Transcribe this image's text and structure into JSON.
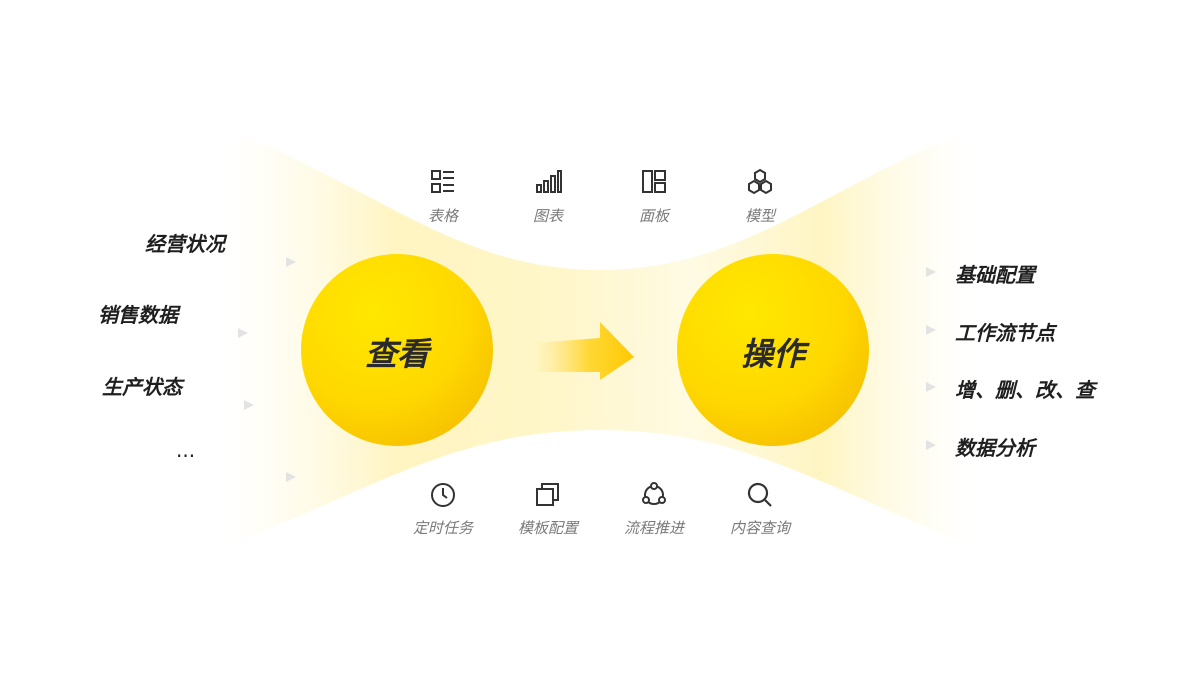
{
  "left_inputs": [
    "经营状况",
    "销售数据",
    "生产状态",
    "..."
  ],
  "center": {
    "view_label": "查看",
    "operate_label": "操作"
  },
  "view_features": [
    {
      "icon": "table-list-icon",
      "label": "表格"
    },
    {
      "icon": "bar-chart-icon",
      "label": "图表"
    },
    {
      "icon": "dashboard-panel-icon",
      "label": "面板"
    },
    {
      "icon": "model-hexagons-icon",
      "label": "模型"
    }
  ],
  "operate_features": [
    {
      "icon": "clock-icon",
      "label": "定时任务"
    },
    {
      "icon": "template-copy-icon",
      "label": "模板配置"
    },
    {
      "icon": "workflow-nodes-icon",
      "label": "流程推进"
    },
    {
      "icon": "search-icon",
      "label": "内容查询"
    }
  ],
  "right_outputs": [
    "基础配置",
    "工作流节点",
    "增、删、改、查",
    "数据分析"
  ],
  "colors": {
    "accent_yellow": "#FFD600",
    "accent_deep": "#F7C200",
    "glow": "#FFF3B0",
    "arrow_line": "#E6E6E6",
    "text_dark": "#1F1F1F",
    "text_grey": "#7A7A7A"
  }
}
